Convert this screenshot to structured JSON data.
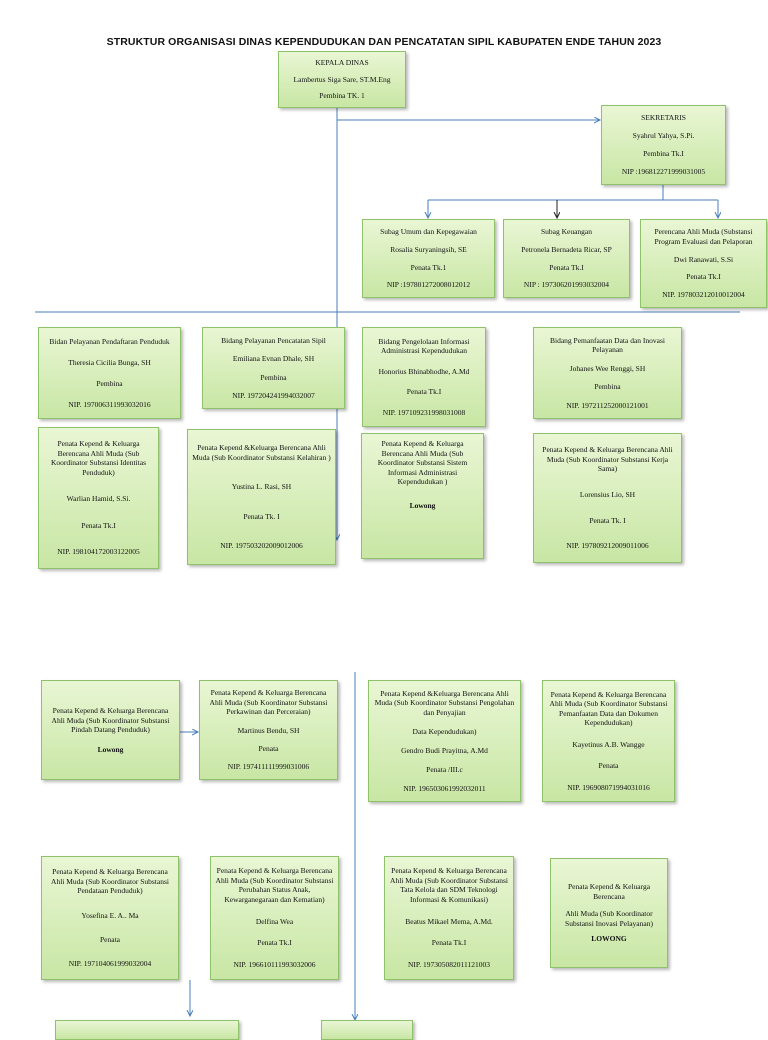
{
  "title": "STRUKTUR ORGANISASI DINAS KEPENDUDUKAN DAN PENCATATAN SIPIL KABUPATEN ENDE TAHUN 2023",
  "kepala": {
    "role": "KEPALA DINAS",
    "name": "Lambertus Siga Sare, ST.M.Eng",
    "rank": "Pembina TK. 1"
  },
  "sekretaris": {
    "role": "SEKRETARIS",
    "name": "Syahrul Yahya, S.Pi.",
    "rank": "Pembina Tk.I",
    "nip": "NIP :196812271999031005"
  },
  "subag": [
    {
      "role": "Subag Umum dan Kepegawaian",
      "name": "Rosalia Suryaningsih, SE",
      "rank": "Penata Tk.1",
      "nip": "NIP :197801272008012012"
    },
    {
      "role": "Subag Keuangan",
      "name": "Petronela Bernadeta Ricar, SP",
      "rank": "Penata Tk.I",
      "nip": "NIP : 197306201993032004"
    },
    {
      "role": "Perencana Ahli Muda (Substansi Program Evaluasi dan Pelaporan",
      "name": "Dwi Ranawati, S.Si",
      "rank": "Penata Tk.I",
      "nip": "NIP. 197803212010012004"
    }
  ],
  "bidang": [
    {
      "role": "Bidan Pelayanan Pendaftaran Penduduk",
      "name": "Theresia Cicilia Bunga, SH",
      "rank": "Pembina",
      "nip": "NIP. 197006311993032016"
    },
    {
      "role": "Bidang Pelayanan Pencatatan Sipil",
      "name": "Emiliana Evnan Dhale, SH",
      "rank": "Pembina",
      "nip": "NIP. 197204241994032007"
    },
    {
      "role": "Bidang Pengelolaan Informasi Administrasi Kependudukan",
      "name": "Honorius Bhinabhodhe, A.Md",
      "rank": "Penata Tk.I",
      "nip": "NIP. 197109231998031008"
    },
    {
      "role": "Bidang Pemanfaatan Data dan Inovasi Pelayanan",
      "name": "Johanes Wee Renggi, SH",
      "rank": "Pembina",
      "nip": "NIP. 197211252000121001"
    }
  ],
  "row1": [
    {
      "role": "Penata Kepend & Keluarga Berencana  Ahli Muda (Sub Koordinator Substansi Identitas Penduduk)",
      "name": "Warlian Hamid, S.Si.",
      "rank": "Penata Tk.I",
      "nip": "NIP. 198104172003122005"
    },
    {
      "role": "Penata Kepend &Keluarga Berencana Ahli Muda (Sub Koordinator Substansi Kelahiran )",
      "name": "Yustina L. Rasi, SH",
      "rank": "Penata Tk. I",
      "nip": "NIP. 197503202009012006"
    },
    {
      "role": "Penata Kepend & Keluarga Berencana Ahli Muda (Sub Koordinator Substansi Sistem Informasi Administrasi Kependudukan )",
      "name": "Lowong"
    },
    {
      "role": "Penata Kepend & Keluarga Berencana Ahli Muda (Sub Koordinator Substansi Kerja Sama)",
      "name": "Lorensius Lio, SH",
      "rank": "Penata Tk. I",
      "nip": "NIP. 197809212009011006"
    }
  ],
  "row2": [
    {
      "role": "Penata Kepend & Keluarga Berencana Ahli Muda (Sub Koordinator Substansi Pindah Datang Penduduk)",
      "name": "Lowong"
    },
    {
      "role": "Penata Kepend & Keluarga Berencana Ahli Muda (Sub Koordinator Substansi Perkawinan dan Perceraian)",
      "name": "Martinus Bendu, SH",
      "rank": "Penata",
      "nip": "NIP. 197411111999031006"
    },
    {
      "role": "Penata Kepend &Keluarga Berencana Ahli Muda (Sub Koordinator Substansi Pengolahan dan Penyajian",
      "role2": "Data Kependudukan)",
      "name": "Gendro Budi Prayitna, A.Md",
      "rank": "Penata /III.c",
      "nip": "NIP. 196503061992032011"
    },
    {
      "role": "Penata Kepend & Keluarga Berencana Ahli Muda (Sub Koordinator Substansi Pemanfaatan Data dan Dokumen Kependudukan)",
      "name": "Kayetinus A.B. Wangge",
      "rank": "Penata",
      "nip": "NIP. 196908071994031016"
    }
  ],
  "row3": [
    {
      "role": "Penata Kepend & Keluarga Berencana Ahli Muda (Sub Koordinator Substansi Pendataan Penduduk)",
      "name": "Yosefina E. A.. Ma",
      "rank": "Penata",
      "nip": "NIP. 197104061999032004"
    },
    {
      "role": "Penata Kepend & Keluarga Berencana Ahli Muda (Sub Koordinator Substansi Perubahan Status Anak, Kewarganegaraan dan Kematian)",
      "name": "Delfina Wea",
      "rank": "Penata Tk.I",
      "nip": "NIP. 196610111993032006"
    },
    {
      "role": "Penata Kepend & Keluarga Berencana Ahli Muda (Sub Koordinator Substansi Tata Kelola dan SDM Teknologi Informasi & Komunikasi)",
      "name": "Beatus Mikael Mema, A.Md.",
      "rank": "Penata Tk.I",
      "nip": "NIP. 197305082011121003"
    },
    {
      "role": "Penata Kepend & Keluarga Berencana",
      "role2": "Ahli Muda (Sub Koordinator Substansi Inovasi Pelayanan)",
      "name": "LOWONG"
    }
  ],
  "colors": {
    "box_fill": "#d6eebb",
    "box_border": "#8fc06a",
    "connector": "#4a7ebb"
  }
}
